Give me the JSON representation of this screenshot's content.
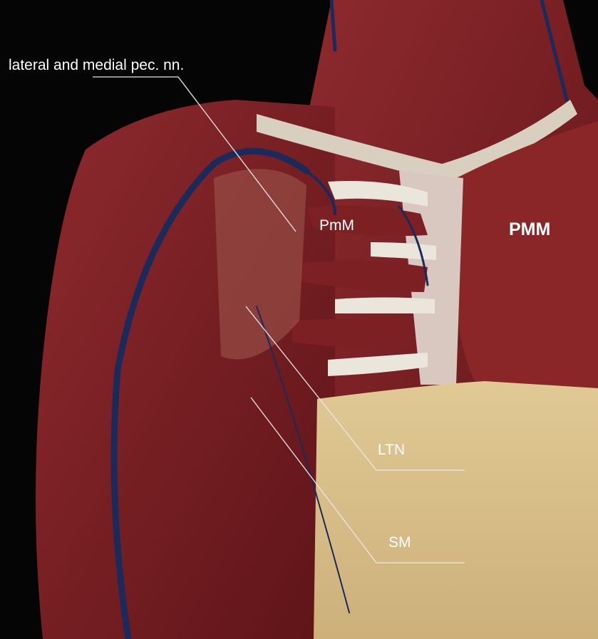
{
  "labels": {
    "pec_nerves": "lateral and medial pec. nn.",
    "pmm_minor": "PmM",
    "pmm_major": "PMM",
    "ltn": "LTN",
    "sm": "SM"
  },
  "colors": {
    "background": "#000000",
    "muscle": "#7a1e22",
    "muscle_light": "#9a3034",
    "bone": "#e8e2d6",
    "skin": "#d9c08a",
    "vein": "#1a2a5a",
    "label": "#ffffff"
  }
}
